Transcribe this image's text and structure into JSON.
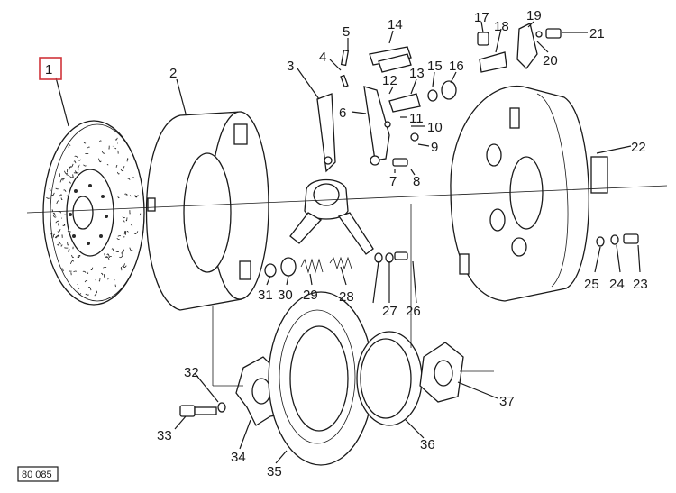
{
  "diagram": {
    "drawing_code": "80 085",
    "highlighted_part": "1",
    "highlight_color": "#d0343a",
    "ink_color": "#1a1a1a",
    "callouts": [
      "1",
      "2",
      "3",
      "4",
      "5",
      "6",
      "7",
      "8",
      "9",
      "10",
      "11",
      "12",
      "13",
      "14",
      "15",
      "16",
      "17",
      "18",
      "19",
      "20",
      "21",
      "22",
      "23",
      "24",
      "25",
      "26",
      "27",
      "28",
      "29",
      "30",
      "31",
      "32",
      "33",
      "34",
      "35",
      "36",
      "37"
    ]
  }
}
